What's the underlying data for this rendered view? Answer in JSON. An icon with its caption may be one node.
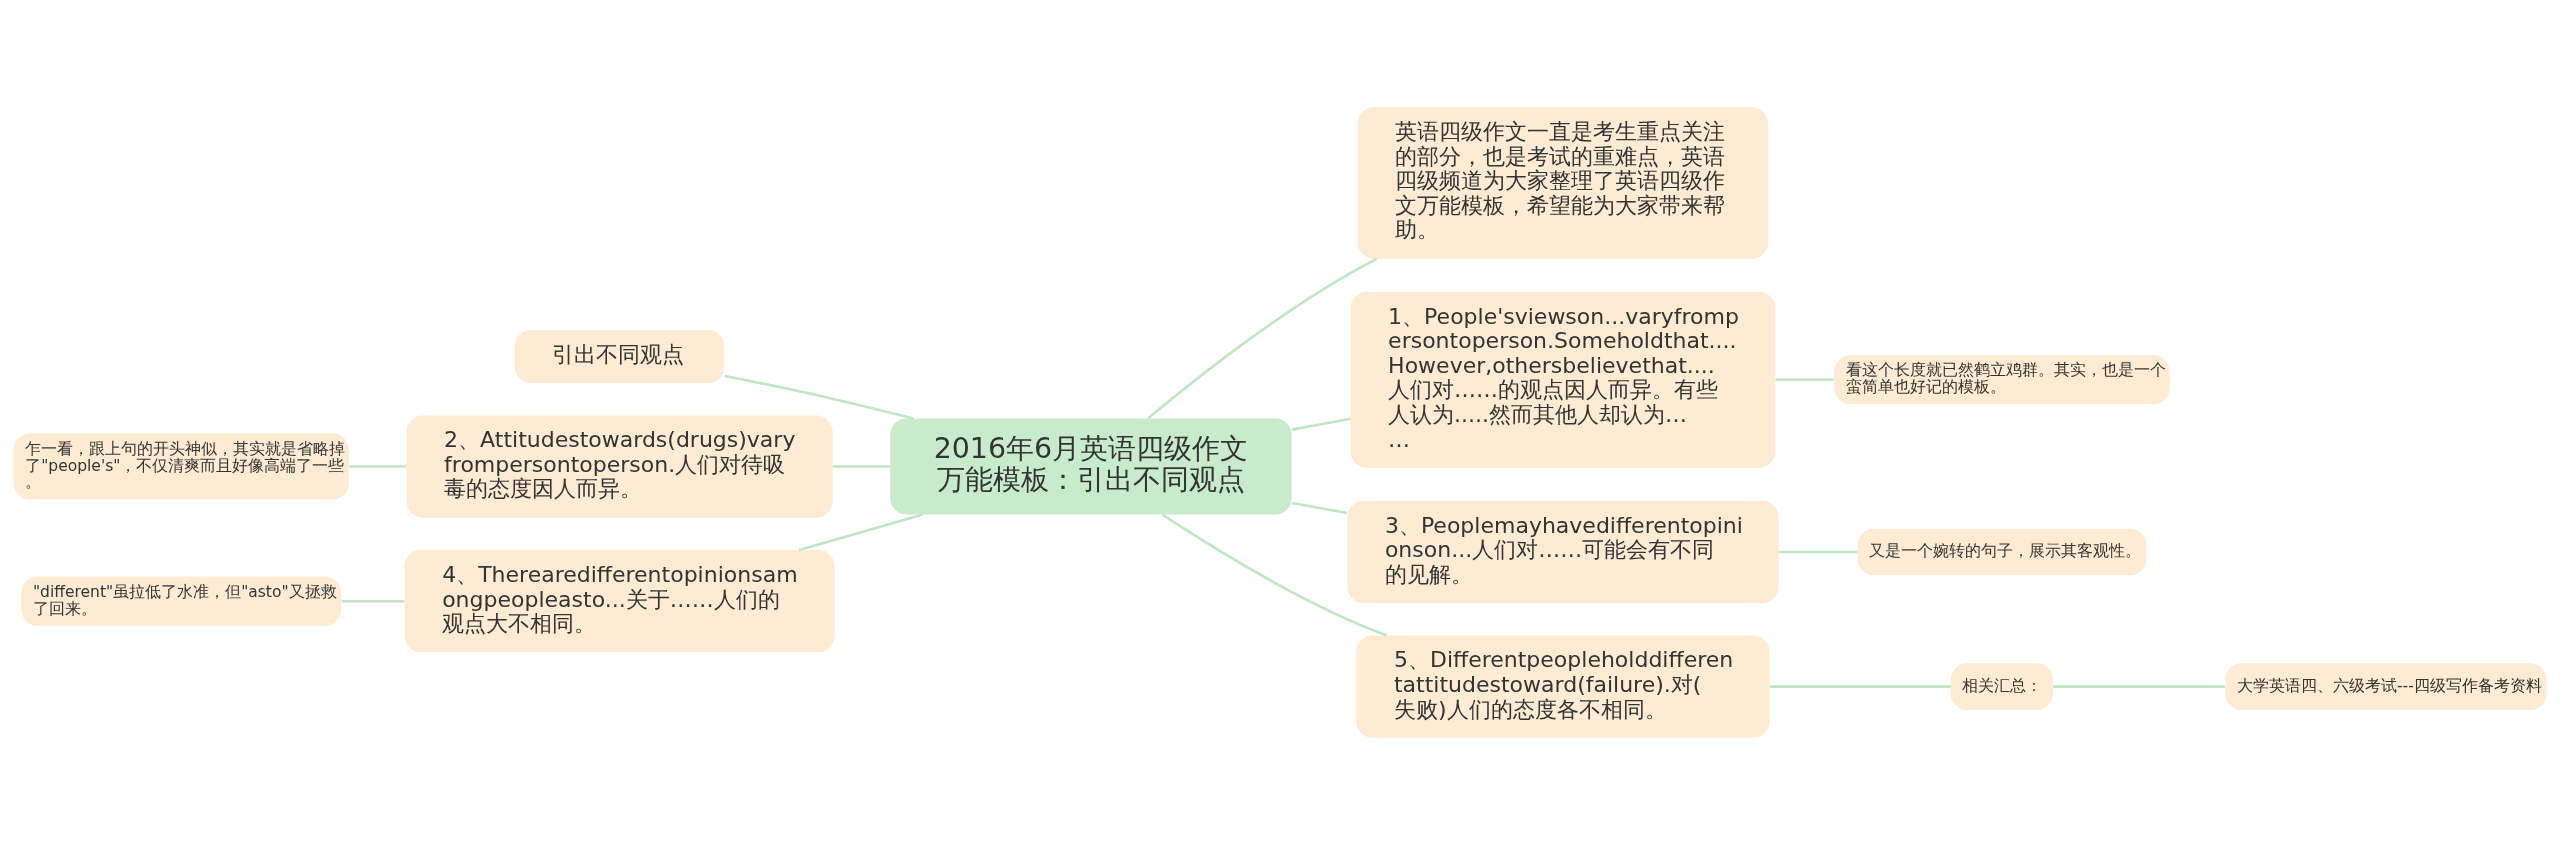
{
  "diagram": {
    "nodes": [
      {
        "text": [
          "2016年6月英语四级作文万能模板：引出不同观点"
        ]
      },
      {
        "text": [
          "英语四级作文一直是考生重点关注的部分，也是考试的重难点，英语四级频道为大家整理了英语四级作文万能模板，希望能为大家带来帮助。"
        ]
      },
      {
        "text": [
          "1、People'sviewson...varyfrompersontoperson.Someholdthat....However,othersbelievethat....人们对……的观点因人而异。有些人认为.....然而其他人却认为……"
        ]
      },
      {
        "text": [
          "看这个长度就已然鹤立鸡群。其实，也是一个蛮简单也好记的模板。"
        ]
      },
      {
        "text": [
          "3、Peoplemayhavedifferentopinionson...人们对……可能会有不同的见解。"
        ]
      },
      {
        "text": [
          "又是一个婉转的句子，展示其客观性。"
        ]
      },
      {
        "text": [
          "5、Differentpeopleholddifferentattitudestoward(failure).对(失败)人们的态度各不相同。"
        ]
      },
      {
        "text": [
          "相关汇总："
        ]
      },
      {
        "text": [
          "大学英语四、六级考试---四级写作备考资料"
        ]
      },
      {
        "text": [
          "引出不同观点"
        ]
      },
      {
        "text": [
          "2、Attitudestowards(drugs)varyfrompersontoperson.人们对待吸毒的态度因人而异。"
        ]
      },
      {
        "text": [
          "乍一看，跟上句的开头神似，其实就是省略掉了\"people's\"，不仅清爽而且好像高端了一些。"
        ]
      },
      {
        "text": [
          "4、Therearedifferentopinionsamongpeopleasto...关于……人们的观点大不相同。"
        ]
      },
      {
        "text": [
          "\"different\"虽拉低了水准，但\"asto\"又拯救了回来。"
        ]
      }
    ],
    "edges": [
      {
        "from": 0,
        "to": 1,
        "arrow": "none"
      },
      {
        "from": 0,
        "to": 2,
        "arrow": "none"
      },
      {
        "from": 2,
        "to": 3,
        "arrow": "none"
      },
      {
        "from": 0,
        "to": 4,
        "arrow": "none"
      },
      {
        "from": 4,
        "to": 5,
        "arrow": "none"
      },
      {
        "from": 0,
        "to": 6,
        "arrow": "none"
      },
      {
        "from": 6,
        "to": 7,
        "arrow": "none"
      },
      {
        "from": 7,
        "to": 8,
        "arrow": "none"
      },
      {
        "from": 9,
        "to": 0,
        "arrow": "none"
      },
      {
        "from": 10,
        "to": 0,
        "arrow": "none"
      },
      {
        "from": 11,
        "to": 10,
        "arrow": "none"
      },
      {
        "from": 12,
        "to": 0,
        "arrow": "none"
      },
      {
        "from": 13,
        "to": 12,
        "arrow": "none"
      }
    ]
  }
}
